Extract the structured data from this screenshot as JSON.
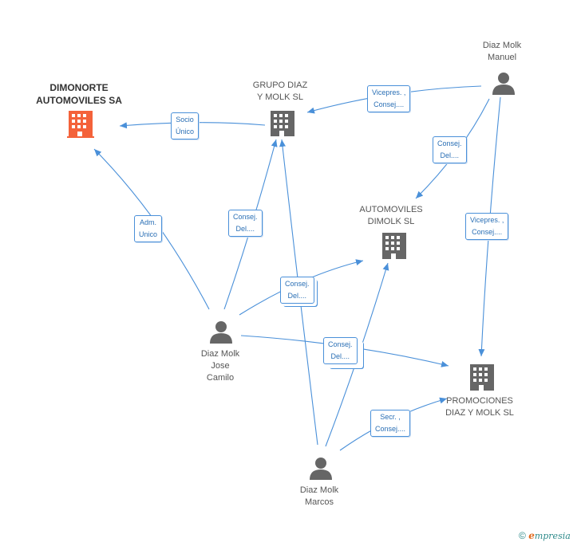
{
  "nodes": {
    "dimonorte": {
      "label_line1": "DIMONORTE",
      "label_line2": "AUTOMOVILES SA",
      "type": "company",
      "color": "#f4623a"
    },
    "grupo": {
      "label_line1": "GRUPO DIAZ",
      "label_line2": "Y MOLK SL",
      "type": "company",
      "color": "#666666"
    },
    "automoviles": {
      "label_line1": "AUTOMOVILES",
      "label_line2": "DIMOLK SL",
      "type": "company",
      "color": "#666666"
    },
    "promociones": {
      "label_line1": "PROMOCIONES",
      "label_line2": "DIAZ Y MOLK SL",
      "type": "company",
      "color": "#666666"
    },
    "manuel": {
      "label_line1": "Diaz Molk",
      "label_line2": "Manuel",
      "type": "person",
      "color": "#666666"
    },
    "jose": {
      "label_line1": "Diaz Molk",
      "label_line2": "Jose",
      "label_line3": "Camilo",
      "type": "person",
      "color": "#666666"
    },
    "marcos": {
      "label_line1": "Diaz Molk",
      "label_line2": "Marcos",
      "type": "person",
      "color": "#666666"
    }
  },
  "edges": {
    "socio_unico": {
      "line1": "Socio",
      "line2": "Único"
    },
    "vicepres_grupo": {
      "line1": "Vicepres. ,",
      "line2": "Consej...."
    },
    "consej_manuel_auto": {
      "line1": "Consej.",
      "line2": "Del...."
    },
    "adm_unico": {
      "line1": "Adm.",
      "line2": "Unico"
    },
    "consej_jose_grupo": {
      "line1": "Consej.",
      "line2": "Del...."
    },
    "vicepres_promo": {
      "line1": "Vicepres. ,",
      "line2": "Consej...."
    },
    "consej_jose_auto": {
      "line1": "Consej.",
      "line2": "Del...."
    },
    "consej_jose_promo": {
      "line1": "Consej.",
      "line2": "Del...."
    },
    "secr_marcos_promo": {
      "line1": "Secr. ,",
      "line2": "Consej...."
    }
  },
  "colors": {
    "edge": "#4a90d9",
    "company_highlight": "#f4623a",
    "icon": "#666666"
  },
  "footer": {
    "copyright": "©",
    "brand_e": "e",
    "brand_rest": "mpresia"
  }
}
